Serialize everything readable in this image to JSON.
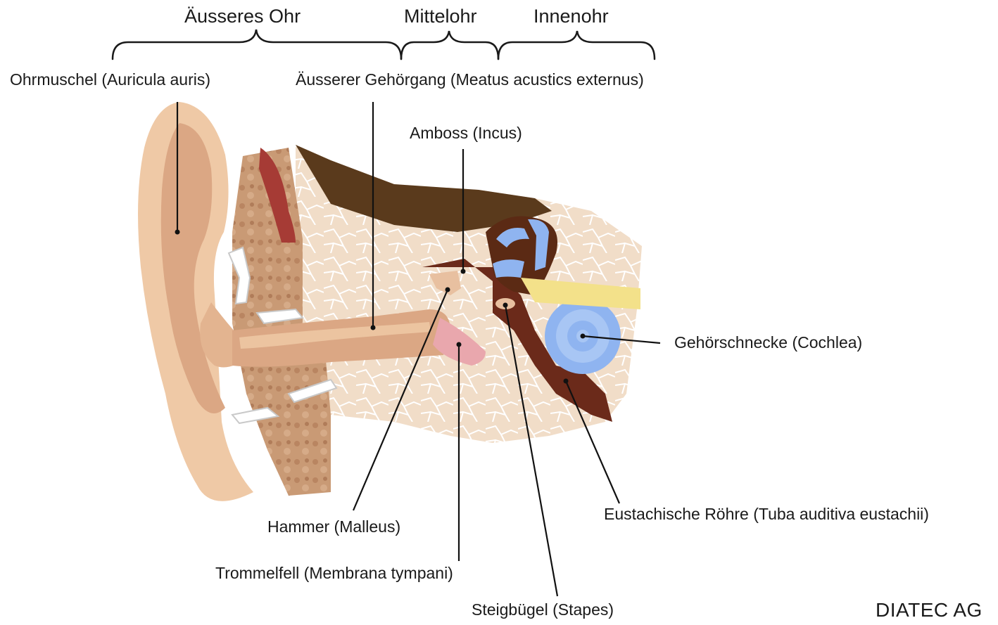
{
  "sections": {
    "outer": "Äusseres Ohr",
    "middle": "Mittelohr",
    "inner": "Innenohr"
  },
  "labels": {
    "auricle": "Ohrmuschel (Auricula auris)",
    "canal": "Äusserer Gehörgang (Meatus acustics externus)",
    "incus": "Amboss  (Incus)",
    "cochlea": "Gehörschnecke (Cochlea)",
    "eustachian": "Eustachische Röhre (Tuba auditiva eustachii)",
    "malleus": "Hammer (Malleus)",
    "eardrum": "Trommelfell (Membrana tympani)",
    "stapes": "Steigbügel (Stapes)"
  },
  "brand": "DIATEC AG",
  "colors": {
    "skin": "#efc9a6",
    "skin_dark": "#dba784",
    "bone": "#f1ddc8",
    "bone_crack": "#ffffff",
    "tissue_brown": "#5b2a14",
    "cochlea_blue": "#8fb4f0",
    "nerve_yellow": "#f3e18a",
    "eardrum_pink": "#e9a7ad",
    "leader_line": "#111111"
  }
}
